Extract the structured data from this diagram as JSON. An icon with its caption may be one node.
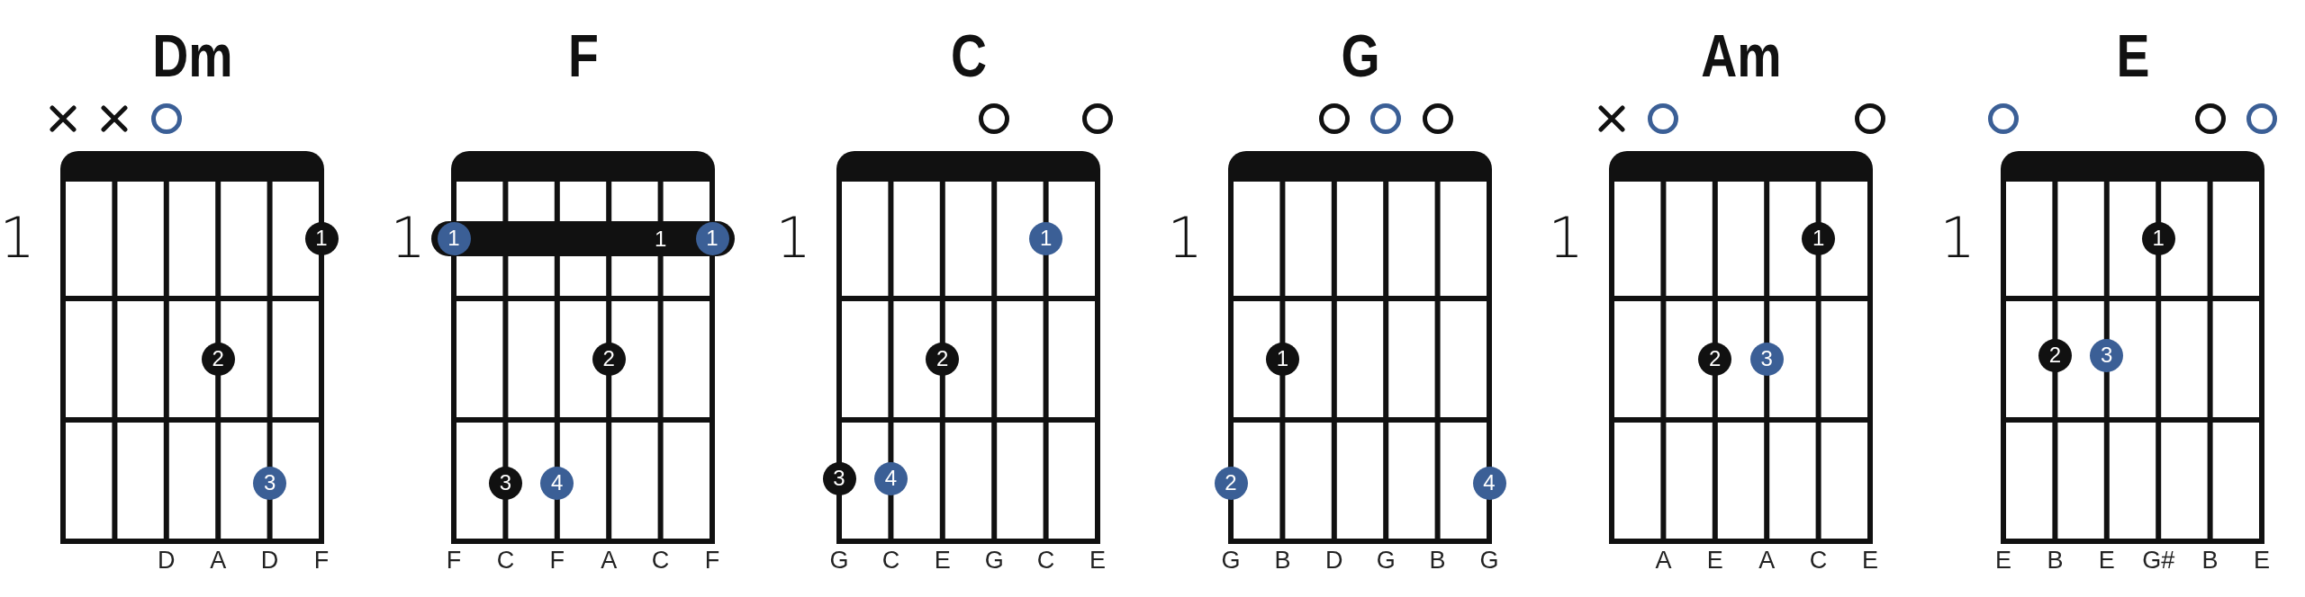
{
  "diagram": {
    "nodes": [
      {
        "text": [
          "Dm"
        ],
        "beside": [
          "1",
          "D",
          "A",
          "D",
          "F"
        ]
      },
      {
        "text": [],
        "shape": "bar",
        "in": 0
      },
      {
        "text": [
          "1"
        ],
        "in": 0
      },
      {
        "text": [
          "2"
        ],
        "in": 0
      },
      {
        "text": [
          "3"
        ],
        "in": 0
      },
      {
        "text": [
          "F"
        ],
        "beside": [
          "1",
          "F",
          "C",
          "F",
          "A",
          "C",
          "F"
        ]
      },
      {
        "text": [],
        "shape": "bar",
        "in": 5
      },
      {
        "text": [
          "1"
        ],
        "in": 5
      },
      {
        "text": [
          "1"
        ],
        "in": 7
      },
      {
        "text": [
          "1"
        ],
        "in": 7
      },
      {
        "text": [
          "2"
        ],
        "in": 5
      },
      {
        "text": [
          "3"
        ],
        "in": 5
      },
      {
        "text": [
          "4"
        ],
        "in": 5
      },
      {
        "text": [
          "C"
        ],
        "beside": [
          "1",
          "G",
          "C",
          "E",
          "G",
          "C",
          "E"
        ]
      },
      {
        "text": [],
        "shape": "bar",
        "in": 13
      },
      {
        "text": [
          "1"
        ],
        "in": 13
      },
      {
        "text": [
          "2"
        ],
        "in": 13
      },
      {
        "text": [
          "3"
        ],
        "in": 13
      },
      {
        "text": [
          "4"
        ],
        "in": 13
      },
      {
        "text": [
          "G"
        ],
        "beside": [
          "1",
          "G",
          "B",
          "D",
          "G",
          "B",
          "G"
        ]
      },
      {
        "text": [],
        "shape": "bar",
        "in": 19
      },
      {
        "text": [
          "1"
        ],
        "in": 19
      },
      {
        "text": [
          "2"
        ],
        "in": 19
      },
      {
        "text": [
          "4"
        ],
        "in": 19
      },
      {
        "text": [
          "Am"
        ],
        "beside": [
          "1",
          "A",
          "E",
          "A",
          "C",
          "E"
        ]
      },
      {
        "text": [],
        "shape": "bar",
        "in": 24
      },
      {
        "text": [
          "1"
        ],
        "in": 24
      },
      {
        "text": [
          "2"
        ],
        "in": 24
      },
      {
        "text": [
          "3"
        ],
        "in": 24
      },
      {
        "text": [
          "E"
        ],
        "beside": [
          "1",
          "E",
          "B",
          "E",
          "G#",
          "B",
          "E"
        ]
      },
      {
        "text": [],
        "shape": "bar",
        "in": 29
      },
      {
        "text": [
          "1"
        ],
        "in": 29
      },
      {
        "text": [
          "2"
        ],
        "in": 29
      },
      {
        "text": [
          "3"
        ],
        "in": 29
      }
    ]
  }
}
